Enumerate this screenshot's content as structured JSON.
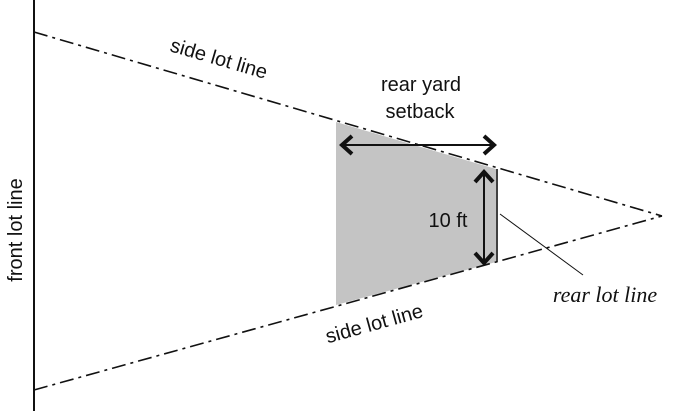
{
  "labels": {
    "front_lot_line": "front lot line",
    "side_lot_line_top": "side lot line",
    "side_lot_line_bottom": "side lot line",
    "rear_yard_line1": "rear yard",
    "rear_yard_line2": "setback",
    "dimension": "10 ft",
    "rear_lot_line": "rear lot line"
  },
  "colors": {
    "setback_fill": "#c4c4c4",
    "line": "#111111"
  }
}
